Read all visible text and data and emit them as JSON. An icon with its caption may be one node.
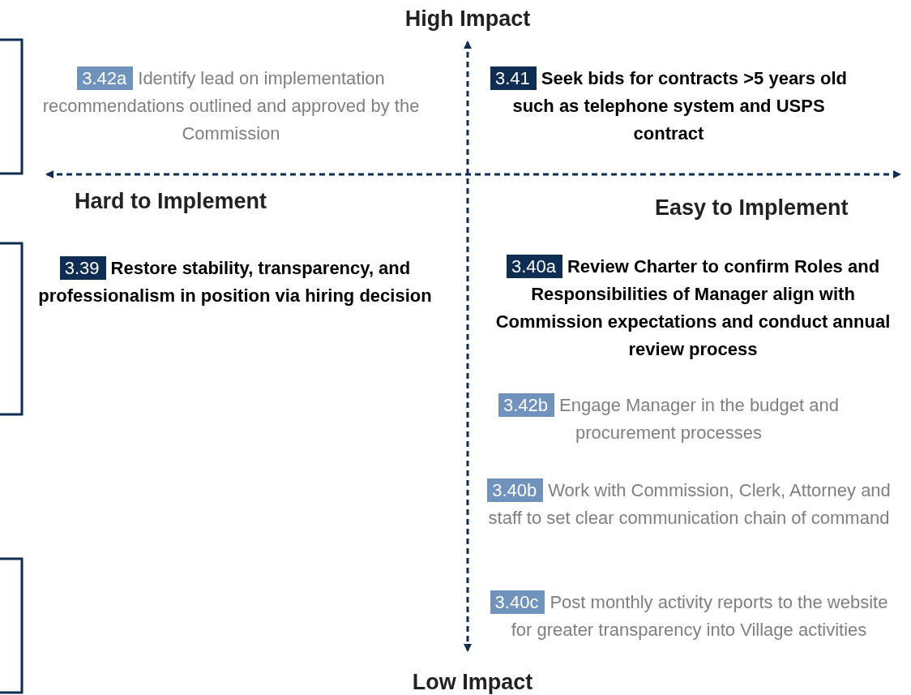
{
  "diagram": {
    "nodes": [
      {
        "text": [
          "3.42a"
        ],
        "beside": [
          "Identify lead on implementation recommendations outlined and approved by the Commission"
        ]
      },
      {
        "text": [
          "3.41"
        ],
        "beside": [
          "Seek bids for contracts >5 years old such as telephone system and USPS contract"
        ]
      },
      {
        "text": [
          "3.39"
        ],
        "beside": [
          "Restore stability, transparency, and professionalism in position via hiring decision"
        ]
      },
      {
        "text": [
          "3.40a"
        ],
        "beside": [
          "Review Charter to confirm Roles and Responsibilities of Manager align with Commission expectations and conduct annual review process"
        ]
      },
      {
        "text": [
          "3.42b"
        ],
        "beside": [
          "Engage Manager in the budget and procurement processes"
        ]
      },
      {
        "text": [
          "3.40b"
        ],
        "beside": [
          "Work with Commission, Clerk, Attorney and staff to set clear communication chain of command"
        ]
      },
      {
        "text": [
          "3.40c"
        ],
        "beside": [
          "Post monthly activity reports to the website for greater transparency into Village activities"
        ]
      }
    ],
    "labels": [
      "High Impact",
      "Hard to Implement",
      "Easy to Implement",
      "Low Impact"
    ]
  }
}
